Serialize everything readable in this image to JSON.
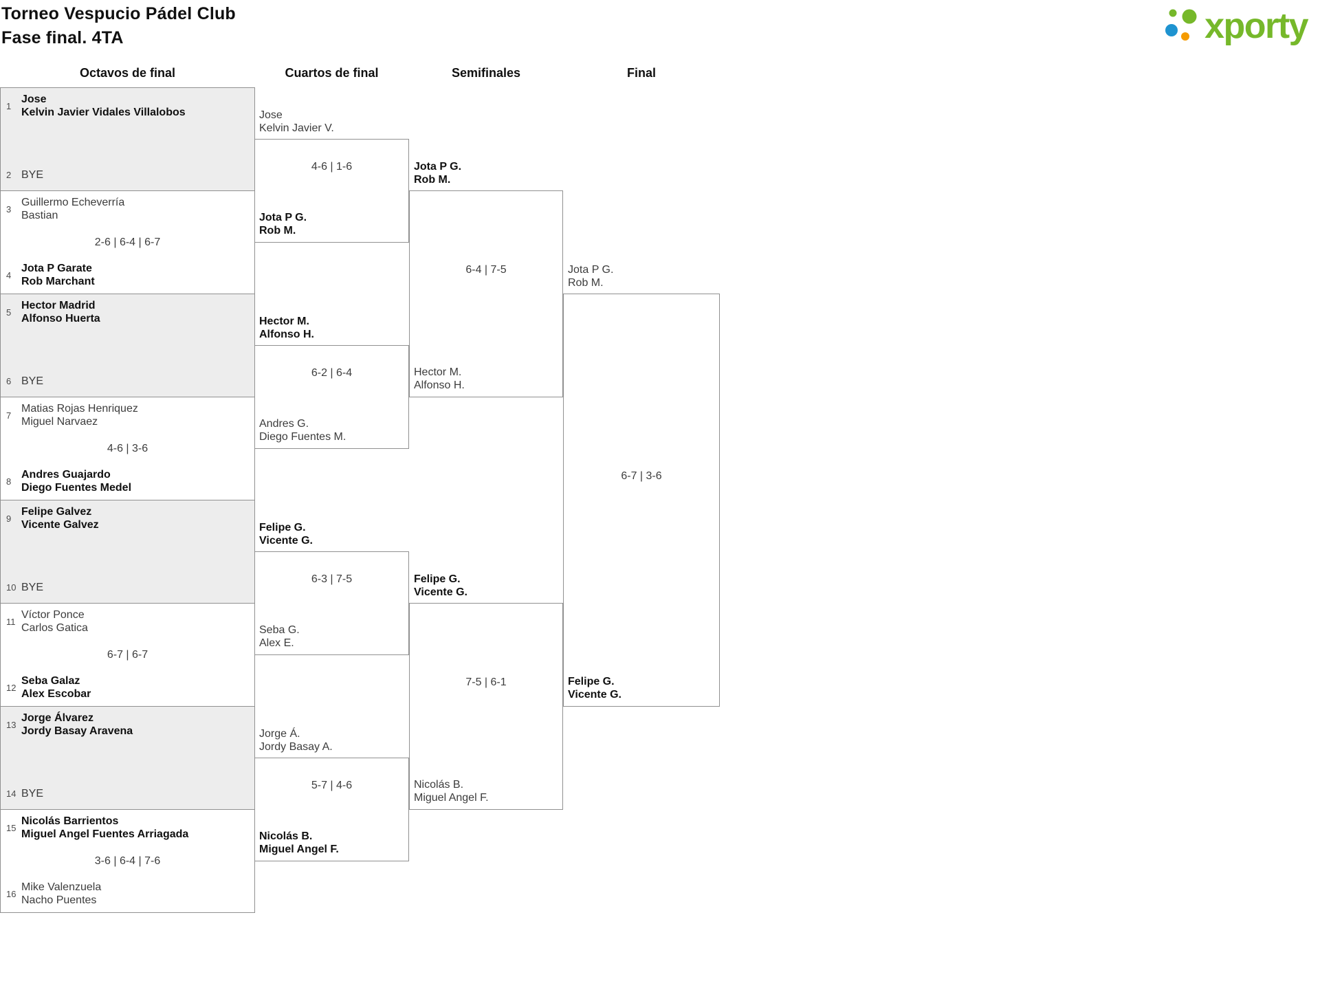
{
  "title": "Torneo Vespucio Pádel Club",
  "subtitle": "Fase final. 4TA",
  "logo": {
    "text": "xporty"
  },
  "colors": {
    "brand_green": "#76b82a",
    "brand_blue": "#1e93d0",
    "brand_orange": "#f59b00",
    "bracket_line": "#909090",
    "bye_background": "#ededed"
  },
  "round_headers": [
    "Octavos de final",
    "Cuartos de final",
    "Semifinales",
    "Final"
  ],
  "octavos": [
    {
      "seed_top": "1",
      "top": [
        "Jose",
        "Kelvin Javier Vidales Villalobos"
      ],
      "seed_bottom": "2",
      "bottom": [
        "BYE"
      ]
    },
    {
      "seed_top": "3",
      "top": [
        "Guillermo Echeverría",
        "Bastian"
      ],
      "score": "2-6 | 6-4 | 6-7",
      "seed_bottom": "4",
      "bottom": [
        "Jota P Garate",
        "Rob Marchant"
      ]
    },
    {
      "seed_top": "5",
      "top": [
        "Hector Madrid",
        "Alfonso Huerta"
      ],
      "seed_bottom": "6",
      "bottom": [
        "BYE"
      ]
    },
    {
      "seed_top": "7",
      "top": [
        "Matias Rojas Henriquez",
        "Miguel Narvaez"
      ],
      "score": "4-6 | 3-6",
      "seed_bottom": "8",
      "bottom": [
        "Andres Guajardo",
        "Diego Fuentes Medel"
      ]
    },
    {
      "seed_top": "9",
      "top": [
        "Felipe Galvez",
        "Vicente Galvez"
      ],
      "seed_bottom": "10",
      "bottom": [
        "BYE"
      ]
    },
    {
      "seed_top": "11",
      "top": [
        "Víctor Ponce",
        "Carlos Gatica"
      ],
      "score": "6-7 | 6-7",
      "seed_bottom": "12",
      "bottom": [
        "Seba Galaz",
        "Alex Escobar"
      ]
    },
    {
      "seed_top": "13",
      "top": [
        "Jorge Álvarez",
        "Jordy Basay Aravena"
      ],
      "seed_bottom": "14",
      "bottom": [
        "BYE"
      ]
    },
    {
      "seed_top": "15",
      "top": [
        "Nicolás Barrientos",
        "Miguel Angel Fuentes Arriagada"
      ],
      "score": "3-6 | 6-4 | 7-6",
      "seed_bottom": "16",
      "bottom": [
        "Mike Valenzuela",
        "Nacho Puentes"
      ]
    }
  ],
  "cuartos": [
    {
      "top": [
        "Jose",
        "Kelvin Javier V."
      ],
      "score": "4-6 | 1-6",
      "bottom": [
        "Jota P G.",
        "Rob M."
      ]
    },
    {
      "top": [
        "Hector M.",
        "Alfonso H."
      ],
      "score": "6-2 | 6-4",
      "bottom": [
        "Andres G.",
        "Diego Fuentes M."
      ]
    },
    {
      "top": [
        "Felipe G.",
        "Vicente G."
      ],
      "score": "6-3 | 7-5",
      "bottom": [
        "Seba G.",
        "Alex E."
      ]
    },
    {
      "top": [
        "Jorge Á.",
        "Jordy Basay A."
      ],
      "score": "5-7 | 4-6",
      "bottom": [
        "Nicolás B.",
        "Miguel Angel F."
      ]
    }
  ],
  "semifinales": [
    {
      "top": [
        "Jota P G.",
        "Rob M."
      ],
      "score": "6-4 | 7-5",
      "bottom": [
        "Hector M.",
        "Alfonso H."
      ]
    },
    {
      "top": [
        "Felipe G.",
        "Vicente G."
      ],
      "score": "7-5 | 6-1",
      "bottom": [
        "Nicolás B.",
        "Miguel Angel F."
      ]
    }
  ],
  "final": {
    "top": [
      "Jota P G.",
      "Rob M."
    ],
    "score": "6-7 | 3-6",
    "bottom": [
      "Felipe G.",
      "Vicente G."
    ]
  }
}
